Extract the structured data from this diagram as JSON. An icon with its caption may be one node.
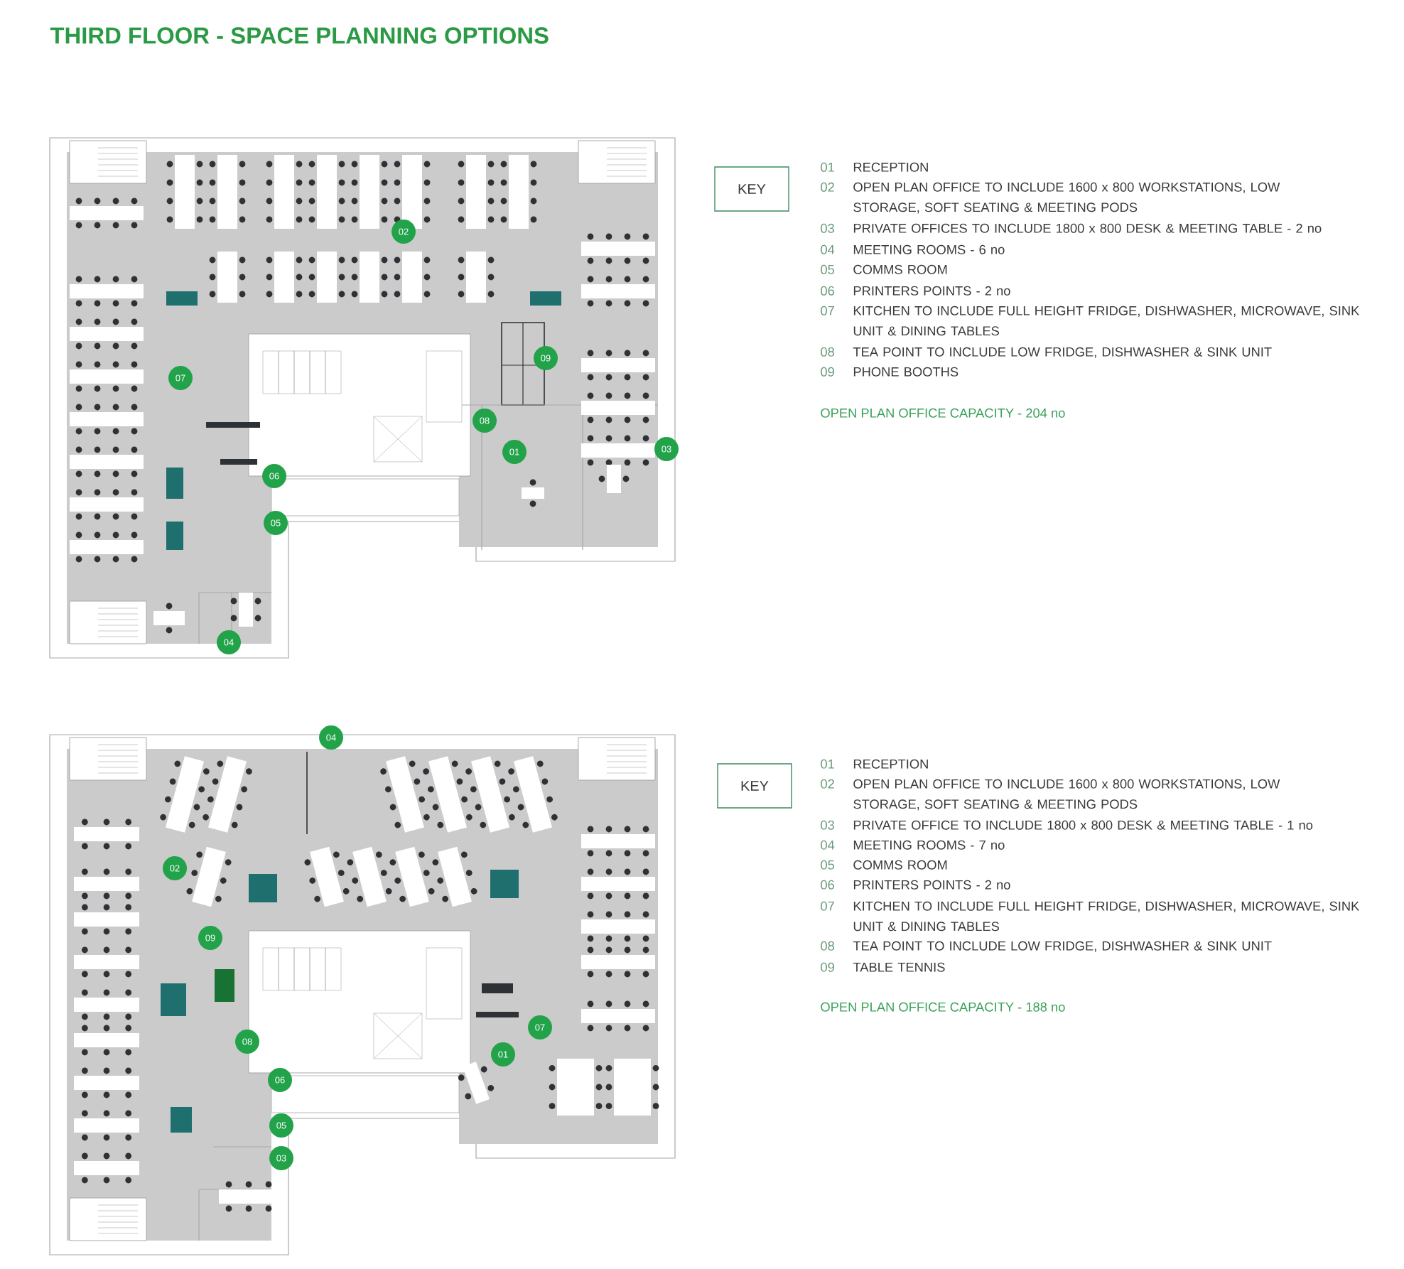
{
  "diagram": {
    "title": "THIRD FLOOR - SPACE PLANNING OPTIONS",
    "nodes": [
      {
        "text": [
          "02"
        ]
      },
      {
        "text": [
          "09"
        ]
      },
      {
        "text": [
          "07"
        ]
      },
      {
        "text": [
          "08"
        ]
      },
      {
        "text": [
          "01"
        ]
      },
      {
        "text": [
          "03"
        ]
      },
      {
        "text": [
          "06"
        ]
      },
      {
        "text": [
          "05"
        ]
      },
      {
        "text": [
          "04"
        ]
      },
      {
        "text": [
          "KEY"
        ]
      },
      {
        "text": [
          "04"
        ]
      },
      {
        "text": [
          "02"
        ]
      },
      {
        "text": [
          "09"
        ]
      },
      {
        "text": [
          "07"
        ]
      },
      {
        "text": [
          "08"
        ]
      },
      {
        "text": [
          "01"
        ]
      },
      {
        "text": [
          "06"
        ]
      },
      {
        "text": [
          "05"
        ]
      },
      {
        "text": [
          "03"
        ]
      },
      {
        "text": [
          "KEY"
        ]
      }
    ],
    "labels": [
      "01",
      "RECEPTION",
      "02",
      "OPEN PLAN OFFICE TO INCLUDE 1600 x 800 WORKSTATIONS, LOW STORAGE, SOFT SEATING & MEETING PODS",
      "03",
      "PRIVATE OFFICES TO INCLUDE 1800 x 800 DESK & MEETING TABLE - 2 no",
      "04",
      "MEETING ROOMS - 6 no",
      "05",
      "COMMS ROOM",
      "06",
      "PRINTERS POINTS - 2 no",
      "07",
      "KITCHEN TO INCLUDE FULL HEIGHT FRIDGE, DISHWASHER, MICROWAVE, SINK UNIT & DINING TABLES",
      "08",
      "TEA POINT TO INCLUDE LOW FRIDGE, DISHWASHER & SINK UNIT",
      "09",
      "PHONE BOOTHS",
      "OPEN PLAN OFFICE CAPACITY - 204 no",
      "01",
      "RECEPTION",
      "02",
      "OPEN PLAN OFFICE TO INCLUDE 1600 x 800 WORKSTATIONS, LOW STORAGE, SOFT SEATING & MEETING PODS",
      "03",
      "PRIVATE OFFICE TO INCLUDE 1800 x 800 DESK & MEETING TABLE - 1 no",
      "04",
      "MEETING ROOMS - 7 no",
      "05",
      "COMMS ROOM",
      "06",
      "PRINTERS POINTS - 2 no",
      "07",
      "KITCHEN TO INCLUDE FULL HEIGHT FRIDGE, DISHWASHER, MICROWAVE, SINK UNIT & DINING TABLES",
      "08",
      "TEA POINT TO INCLUDE LOW FRIDGE, DISHWASHER & SINK UNIT",
      "09",
      "TABLE TENNIS",
      "OPEN PLAN OFFICE CAPACITY - 188 no"
    ]
  }
}
